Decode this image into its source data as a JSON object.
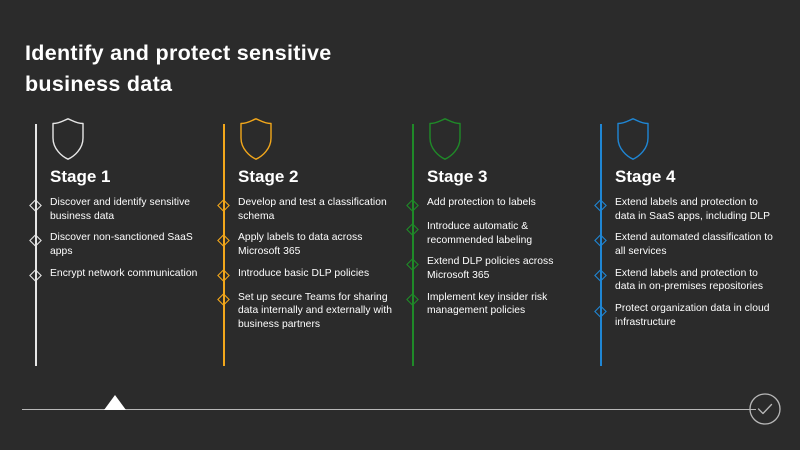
{
  "slide": {
    "title": "Identify and protect sensitive\nbusiness data",
    "background_color": "#2b2b2b",
    "text_color": "#ffffff"
  },
  "stages": [
    {
      "heading": "Stage 1",
      "color": "#e6e6e6",
      "icon": "shield-icon",
      "bullets": [
        "Discover and identify sensitive business data",
        "Discover non-sanctioned SaaS apps",
        "Encrypt network communication"
      ]
    },
    {
      "heading": "Stage 2",
      "color": "#f2a71b",
      "icon": "shield-icon",
      "bullets": [
        "Develop and test a classification schema",
        "Apply labels to data across Microsoft 365",
        "Introduce basic DLP policies",
        "Set up secure Teams for sharing data internally and externally with business partners"
      ]
    },
    {
      "heading": "Stage 3",
      "color": "#1f8a28",
      "icon": "shield-icon",
      "bullets": [
        "Add protection to labels",
        "Introduce automatic & recommended labeling",
        "Extend DLP policies across Microsoft 365",
        "Implement key insider risk management policies"
      ]
    },
    {
      "heading": "Stage 4",
      "color": "#1f86d4",
      "icon": "shield-icon",
      "bullets": [
        "Extend labels and protection to data in SaaS apps, including DLP",
        "Extend automated classification to all services",
        "Extend labels and protection to data in on-premises repositories",
        "Protect organization data in cloud infrastructure"
      ]
    }
  ],
  "progress": {
    "line_color": "#b8b8b8",
    "marker_icon": "triangle-up-marker-icon",
    "marker_color": "#ffffff",
    "end_icon": "check-circle-icon",
    "end_color": "#b8b8b8"
  }
}
